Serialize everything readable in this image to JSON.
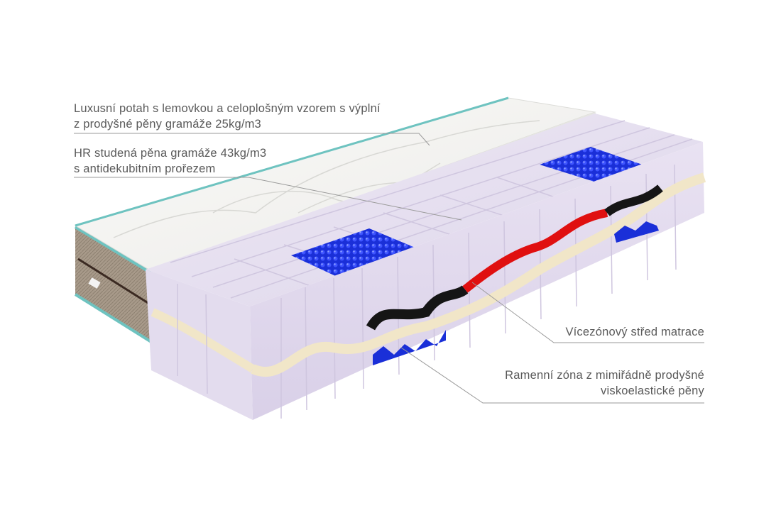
{
  "labels": {
    "cover": {
      "line1": "Luxusní potah s lemovkou a celoplošným vzorem s výplní",
      "line2": "z prodyšné pěny gramáže 25kg/m3"
    },
    "foam": {
      "line1": "HR studená pěna gramáže 43kg/m3",
      "line2": "s antidekubitním prořezem"
    },
    "core": {
      "line1": "Vícezónový střed matrace"
    },
    "shoulder": {
      "line1": "Ramenní zóna z mimiřádně prodyšné",
      "line2": "viskoelastické pěny"
    }
  },
  "colors": {
    "foam": "#e6e0ef",
    "cover": "#f4f4f2",
    "zone_blue": "#1a2fd8",
    "core_red": "#e01010",
    "core_black": "#151515",
    "cream_layer": "#f1e6c8",
    "piping": "#6ec3c0",
    "leader_line": "#9a9a9a"
  }
}
